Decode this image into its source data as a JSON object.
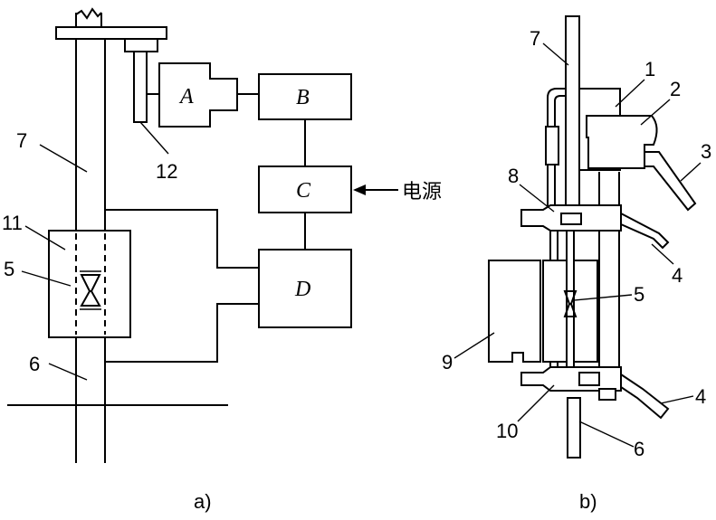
{
  "diagram_a": {
    "caption": "a)",
    "blocks": {
      "A": "A",
      "B": "B",
      "C": "C",
      "D": "D"
    },
    "power_label": "电源",
    "callouts": {
      "n7": "7",
      "n11": "11",
      "n5": "5",
      "n6": "6",
      "n12": "12"
    }
  },
  "diagram_b": {
    "caption": "b)",
    "callouts": {
      "n7": "7",
      "n1": "1",
      "n2": "2",
      "n3": "3",
      "n8": "8",
      "n4a": "4",
      "n5": "5",
      "n9": "9",
      "n4b": "4",
      "n10": "10",
      "n6": "6"
    }
  }
}
